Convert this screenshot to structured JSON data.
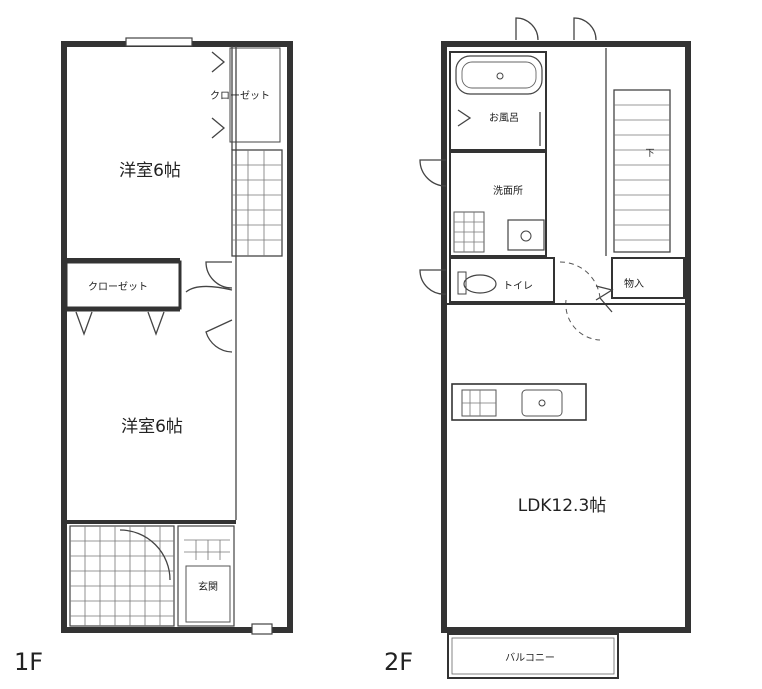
{
  "floor1": {
    "label": "1F",
    "rooms": {
      "western_room_top": "洋室6帖",
      "closet_top": "クローゼット",
      "closet_middle": "クローゼット",
      "western_room_bottom": "洋室6帖",
      "entrance": "玄関"
    }
  },
  "floor2": {
    "label": "2F",
    "rooms": {
      "bathroom": "お風呂",
      "washroom": "洗面所",
      "toilet": "トイレ",
      "storage": "物入",
      "ldk": "LDK12.3帖",
      "balcony": "バルコニー",
      "stairs_mark": "下"
    }
  }
}
